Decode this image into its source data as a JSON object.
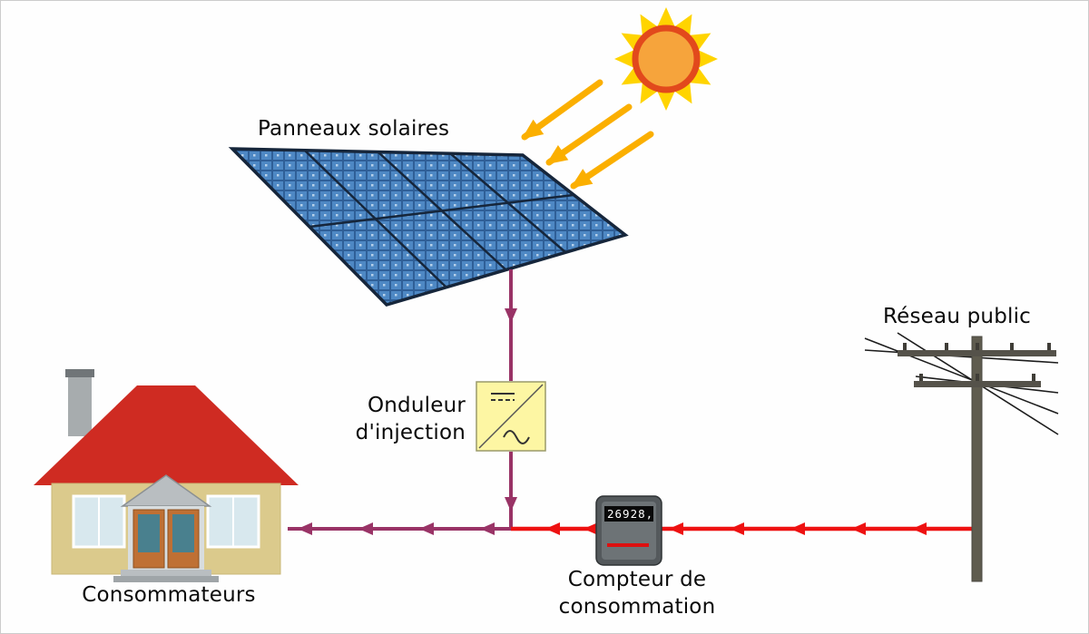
{
  "labels": {
    "panels": "Panneaux solaires",
    "inverter": [
      "Onduleur",
      "d'injection"
    ],
    "public_grid": "Réseau public",
    "meter": [
      "Compteur de",
      "consommation"
    ],
    "consumers": "Consommateurs"
  },
  "meter": {
    "reading": "26928,"
  },
  "colors": {
    "pv_flow": "#993366",
    "grid_flow": "#ee1111",
    "sun_ray": "#fbaf00",
    "sun_core": "#f6a43c",
    "sun_ring": "#e2491c",
    "sun_spikes": "#ffd400",
    "panel_cell": "#4e88c4",
    "panel_frame": "#16263b",
    "inverter_fill": "#fdf6a3",
    "roof": "#cf2b22",
    "wall": "#dbca8c"
  }
}
